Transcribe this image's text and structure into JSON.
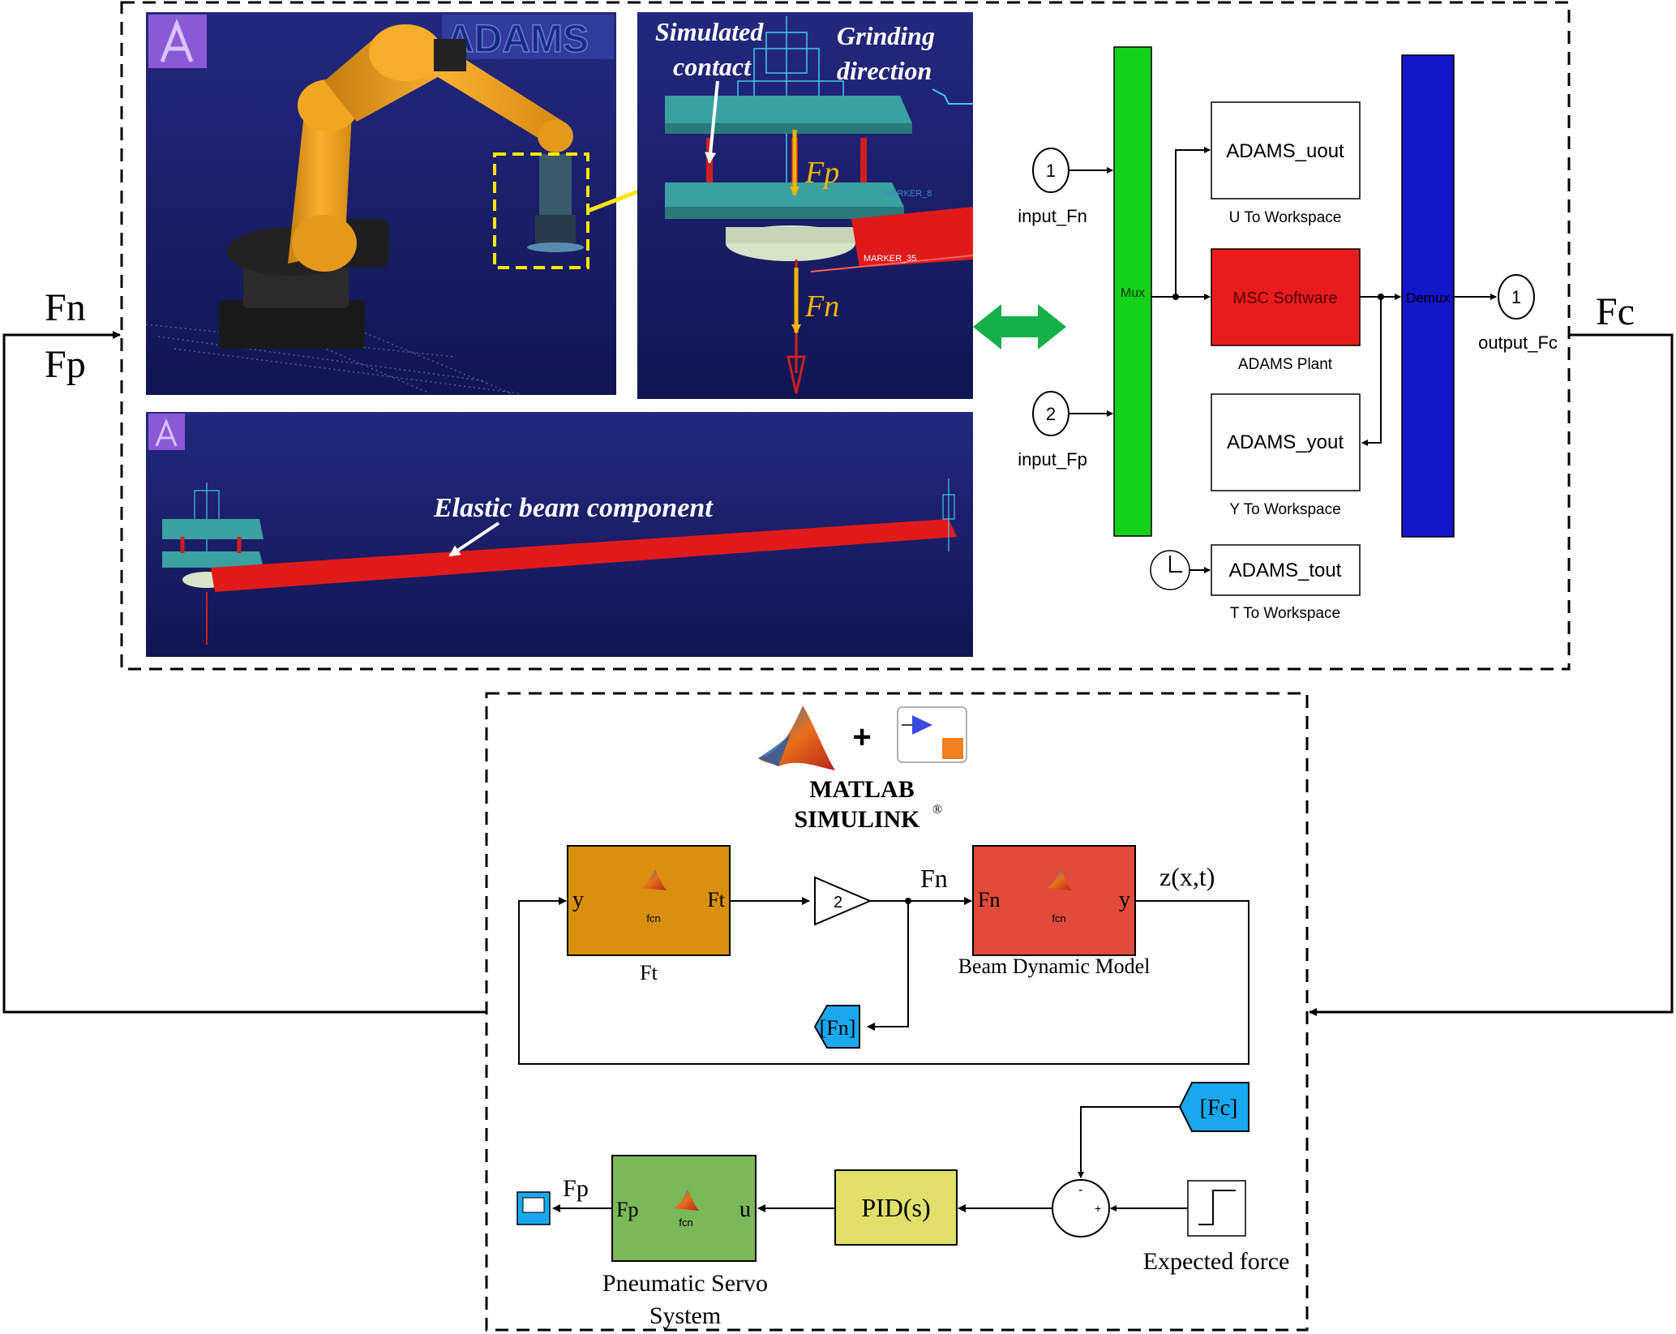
{
  "outer_labels": {
    "fn": "Fn",
    "fp": "Fp",
    "fc": "Fc"
  },
  "adams": {
    "logo_text": "ADAMS",
    "simulated_contact": [
      "Simulated",
      "contact"
    ],
    "grinding_direction": [
      "Grinding",
      "direction"
    ],
    "force_fp": "Fp",
    "force_fn": "Fn",
    "elastic_beam": "Elastic beam component",
    "marker_labels": [
      "MARKER_8",
      "MARKER_35"
    ]
  },
  "adams_block": {
    "in1_num": "1",
    "in1_label": "input_Fn",
    "in2_num": "2",
    "in2_label": "input_Fp",
    "mux": "Mux",
    "demux": "Demux",
    "uout": "ADAMS_uout",
    "uout_caption": "U To Workspace",
    "plant": "MSC Software",
    "plant_caption": "ADAMS Plant",
    "yout": "ADAMS_yout",
    "yout_caption": "Y To Workspace",
    "tout": "ADAMS_tout",
    "tout_caption": "T To Workspace",
    "out1_num": "1",
    "out1_label": "output_Fc"
  },
  "matlab_block": {
    "plus": "+",
    "title_line1": "MATLAB",
    "title_line2": "SIMULINK",
    "registered": "®",
    "ft_in": "y",
    "ft_out": "Ft",
    "fcn": "fcn",
    "ft_caption": "Ft",
    "gain": "2",
    "fn_signal": "Fn",
    "beam_in": "Fn",
    "beam_out": "y",
    "beam_caption": "Beam Dynamic Model",
    "z_signal": "z(x,t)",
    "goto_fn": "[Fn]",
    "from_fc": "[Fc]",
    "sum_minus": "-",
    "sum_plus": "+",
    "pid": "PID(s)",
    "expected_force": "Expected force",
    "servo_in": "Fp",
    "servo_out": "u",
    "servo_caption_line1": "Pneumatic Servo",
    "servo_caption_line2": "System",
    "fp_signal": "Fp"
  },
  "colors": {
    "sim_bg_top": "#1a1f6e",
    "sim_bg_bottom": "#15185a",
    "robot_orange": "#f5a623",
    "mux_green": "#16d11a",
    "demux_blue": "#1414c8",
    "plant_red": "#e81c1c",
    "ft_orange": "#d9900f",
    "beam_red": "#e04b3b",
    "pid_yellow": "#e0e06a",
    "servo_green": "#7ab85a",
    "tag_blue": "#19a8ee",
    "arrow_green": "#14b04a",
    "force_yellow": "#f5b400"
  }
}
